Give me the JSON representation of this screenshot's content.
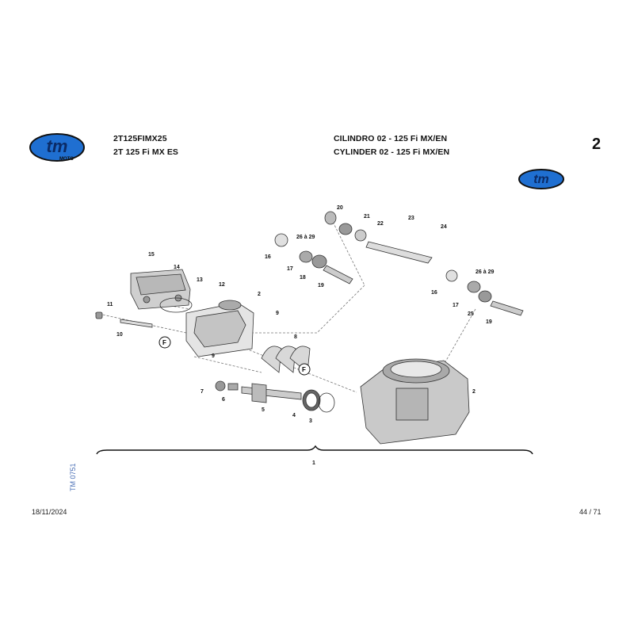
{
  "header": {
    "model_code": "2T125FIMX25",
    "model_name": "2T 125 Fi MX ES",
    "title_it": "CILINDRO 02 - 125 Fi MX/EN",
    "title_en": "CYLINDER 02 - 125 Fi MX/EN",
    "section_number": "2"
  },
  "logo": {
    "text": "tm",
    "subtext": "MOTO",
    "color": "#1f6fd1",
    "outline": "#111111"
  },
  "diagram": {
    "callouts": [
      "1",
      "2",
      "2",
      "3",
      "4",
      "5",
      "6",
      "7",
      "8",
      "9",
      "9",
      "10",
      "11",
      "12",
      "13",
      "14",
      "15",
      "16",
      "16",
      "17",
      "17",
      "18",
      "19",
      "19",
      "20",
      "21",
      "22",
      "23",
      "24",
      "25",
      "26 à 29",
      "26 à 29",
      "F",
      "F"
    ]
  },
  "side_code": "TM 0751",
  "footer": {
    "date": "18/11/2024",
    "page": "44 / 71"
  }
}
